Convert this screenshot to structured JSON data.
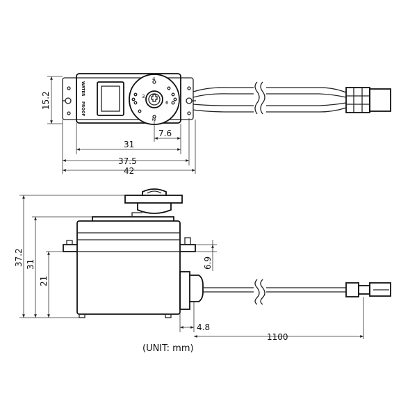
{
  "diagram": {
    "top_view": {
      "case_label_line1": "WATER",
      "case_label_line2": "PROOF",
      "horn_numbers": [
        "1",
        "2",
        "3",
        "4",
        "5",
        "6"
      ],
      "dimensions": {
        "height": "15.2",
        "horn_offset": "7.6",
        "body_width": "31",
        "mount_width": "37.5",
        "total_width": "42"
      }
    },
    "side_view": {
      "dimensions": {
        "overall_height": "37.2",
        "body_height": "31",
        "flange_height": "21",
        "flange_thickness": "6.9",
        "cable_exit": "4.8",
        "cable_length": "1100"
      }
    },
    "unit_label": "(UNIT: mm)"
  }
}
